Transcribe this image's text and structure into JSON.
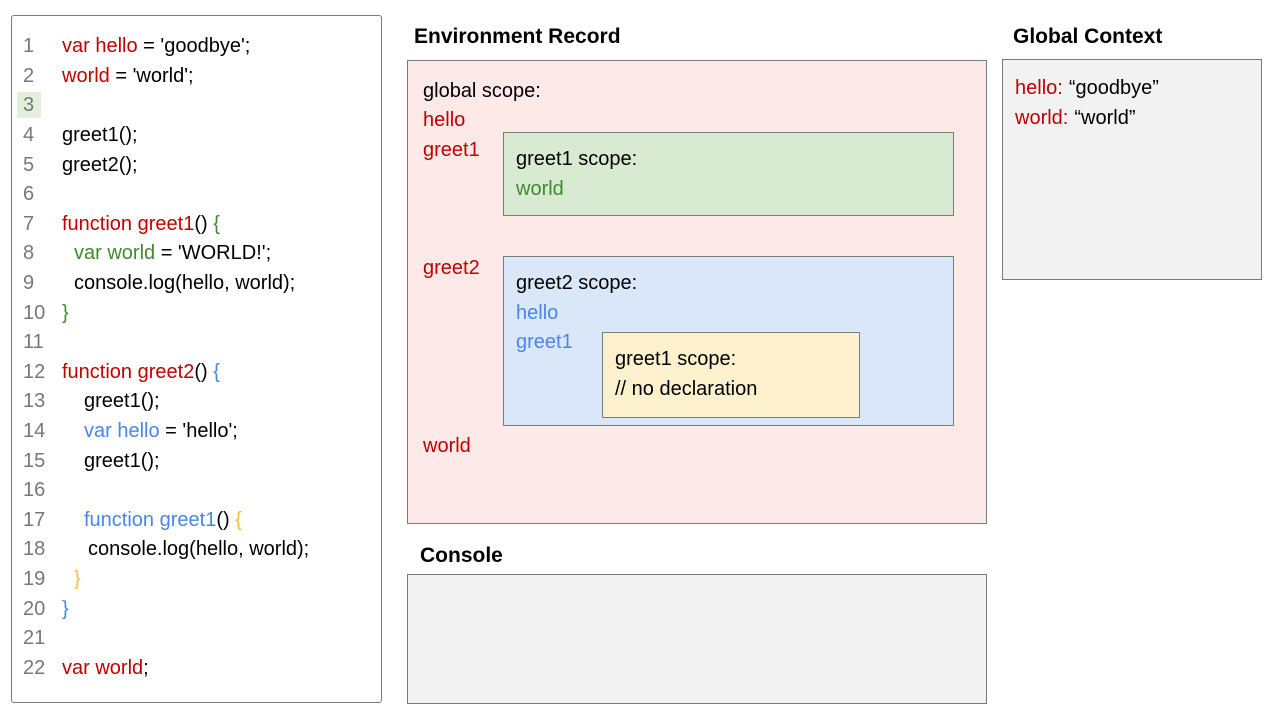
{
  "titles": {
    "environment_record": "Environment Record",
    "global_context": "Global Context",
    "console": "Console"
  },
  "colors": {
    "red": "#c00000",
    "green": "#42892f",
    "blue": "#4a86e8",
    "gold": "#f1c232",
    "plain": "#000000",
    "line-num": "#777777",
    "pink-fill": "#fce9e8",
    "green-fill": "#d9ead3",
    "blue-fill": "#d9e7f8",
    "yellow-fill": "#fdf1cd",
    "gray-fill": "#f2f2f2",
    "hl": "#e2efda",
    "border": "#7b7b7b"
  },
  "code": {
    "lines": [
      {
        "num": "1",
        "indent": 0,
        "tokens": [
          {
            "c": "red",
            "t": "var hello"
          },
          {
            "c": "plain",
            "t": " = 'goodbye';"
          }
        ]
      },
      {
        "num": "2",
        "indent": 0,
        "tokens": [
          {
            "c": "red",
            "t": "world"
          },
          {
            "c": "plain",
            "t": " = 'world';"
          }
        ]
      },
      {
        "num": "3",
        "indent": 0,
        "highlight": true,
        "tokens": []
      },
      {
        "num": "4",
        "indent": 0,
        "tokens": [
          {
            "c": "plain",
            "t": "greet1();"
          }
        ]
      },
      {
        "num": "5",
        "indent": 0,
        "tokens": [
          {
            "c": "plain",
            "t": "greet2();"
          }
        ]
      },
      {
        "num": "6",
        "indent": 0,
        "tokens": []
      },
      {
        "num": "7",
        "indent": 0,
        "tokens": [
          {
            "c": "red",
            "t": "function greet1"
          },
          {
            "c": "plain",
            "t": "() "
          },
          {
            "c": "green",
            "t": "{"
          }
        ]
      },
      {
        "num": "8",
        "indent": 12,
        "tokens": [
          {
            "c": "green",
            "t": "var world"
          },
          {
            "c": "plain",
            "t": " = 'WORLD!';"
          }
        ]
      },
      {
        "num": "9",
        "indent": 12,
        "tokens": [
          {
            "c": "plain",
            "t": "console.log(hello, world);"
          }
        ]
      },
      {
        "num": "10",
        "indent": 0,
        "tokens": [
          {
            "c": "green",
            "t": "}"
          }
        ]
      },
      {
        "num": "11",
        "indent": 0,
        "tokens": []
      },
      {
        "num": "12",
        "indent": 0,
        "tokens": [
          {
            "c": "red",
            "t": "function greet2"
          },
          {
            "c": "plain",
            "t": "() "
          },
          {
            "c": "blue",
            "t": "{"
          }
        ]
      },
      {
        "num": "13",
        "indent": 22,
        "tokens": [
          {
            "c": "plain",
            "t": "greet1();"
          }
        ]
      },
      {
        "num": "14",
        "indent": 22,
        "tokens": [
          {
            "c": "blue",
            "t": "var hello"
          },
          {
            "c": "plain",
            "t": " = 'hello';"
          }
        ]
      },
      {
        "num": "15",
        "indent": 22,
        "tokens": [
          {
            "c": "plain",
            "t": "greet1();"
          }
        ]
      },
      {
        "num": "16",
        "indent": 0,
        "tokens": []
      },
      {
        "num": "17",
        "indent": 22,
        "tokens": [
          {
            "c": "blue",
            "t": "function greet1"
          },
          {
            "c": "plain",
            "t": "() "
          },
          {
            "c": "gold",
            "t": "{"
          }
        ]
      },
      {
        "num": "18",
        "indent": 26,
        "tokens": [
          {
            "c": "plain",
            "t": "console.log(hello, world);"
          }
        ]
      },
      {
        "num": "19",
        "indent": 12,
        "tokens": [
          {
            "c": "gold",
            "t": "}"
          }
        ]
      },
      {
        "num": "20",
        "indent": 0,
        "tokens": [
          {
            "c": "blue",
            "t": "}"
          }
        ]
      },
      {
        "num": "21",
        "indent": 0,
        "tokens": []
      },
      {
        "num": "22",
        "indent": 0,
        "tokens": [
          {
            "c": "red",
            "t": "var world"
          },
          {
            "c": "plain",
            "t": ";"
          }
        ]
      }
    ]
  },
  "env": {
    "global_scope_label": "global scope:",
    "global_vars": [
      "hello",
      "greet1",
      "greet2",
      "world"
    ],
    "greet1_scope": {
      "label": "greet1 scope:",
      "vars": [
        "world"
      ]
    },
    "greet2_scope": {
      "label": "greet2 scope:",
      "vars": [
        "hello",
        "greet1"
      ],
      "nested_greet1_scope": {
        "label": "greet1 scope:",
        "comment": "// no declaration"
      }
    }
  },
  "global_context": {
    "entries": [
      {
        "name": "hello:",
        "value": "“goodbye”"
      },
      {
        "name": "world:",
        "value": "“world”"
      }
    ]
  }
}
